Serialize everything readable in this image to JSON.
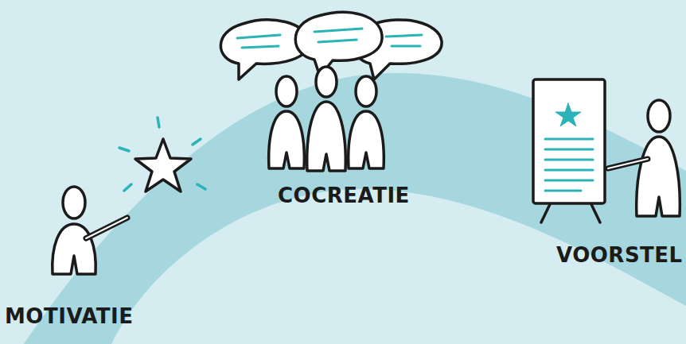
{
  "diagram": {
    "labels": [
      "MOTIVATIE",
      "COCREATIE",
      "VOORSTEL"
    ]
  }
}
